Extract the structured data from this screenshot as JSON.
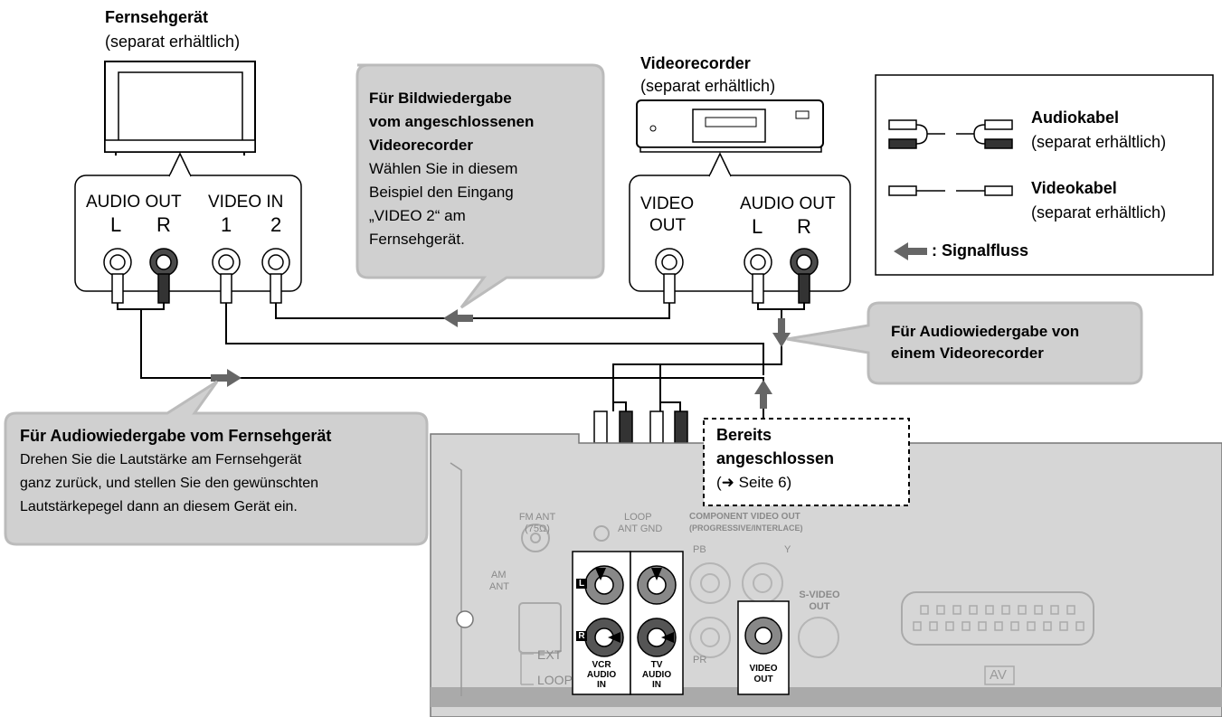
{
  "tv": {
    "title": "Fernsehgerät",
    "note": "(separat erhältlich)",
    "audio_out": "AUDIO OUT",
    "video_in": "VIDEO IN",
    "l": "L",
    "r": "R",
    "in1": "1",
    "in2": "2"
  },
  "vcr": {
    "title": "Videorecorder",
    "note": "(separat erhältlich)",
    "video_out": "VIDEO",
    "video_out2": "OUT",
    "audio_out": "AUDIO OUT",
    "l": "L",
    "r": "R"
  },
  "callout_video": {
    "line1": "Für Bildwiedergabe",
    "line2": "vom angeschlossenen",
    "line3": "Videorecorder",
    "body": [
      "Wählen Sie in diesem",
      "Beispiel den Eingang",
      "„VIDEO 2“ am",
      "Fernsehgerät."
    ]
  },
  "legend": {
    "audio_label": "Audiokabel",
    "audio_note": "(separat erhältlich)",
    "video_label": "Videokabel",
    "video_note": "(separat erhältlich)",
    "signal_label": ": Signalfluss"
  },
  "callout_vcr_audio": {
    "line1": "Für Audiowiedergabe von",
    "line2": "einem Videorecorder"
  },
  "callout_tv_audio": {
    "title": "Für Audiowiedergabe vom Fernsehgerät",
    "body": [
      "Drehen Sie die Lautstärke am Fernsehgerät",
      "ganz zurück, und stellen Sie den gewünschten",
      "Lautstärkepegel dann an diesem Gerät ein."
    ]
  },
  "connected": {
    "line1": "Bereits",
    "line2": "angeschlossen",
    "line3": "(➜ Seite 6)"
  },
  "panel": {
    "fm_ant": "FM ANT",
    "fm_ohm": "(75Ω)",
    "am_ant": "AM",
    "am_ant2": "ANT",
    "loop_gnd": "LOOP",
    "loop_gnd2": "ANT GND",
    "component": "COMPONENT VIDEO OUT",
    "component2": "(PROGRESSIVE/INTERLACE)",
    "pb": "PB",
    "pr": "PR",
    "y": "Y",
    "svideo": "S-VIDEO",
    "svideo2": "OUT",
    "ext": "EXT",
    "loop": "LOOP",
    "vcr_audio": [
      "VCR",
      "AUDIO",
      "IN"
    ],
    "tv_audio": [
      "TV",
      "AUDIO",
      "IN"
    ],
    "video_out": [
      "VIDEO",
      "OUT"
    ],
    "jack_l": "L",
    "jack_r": "R",
    "av": "AV"
  }
}
